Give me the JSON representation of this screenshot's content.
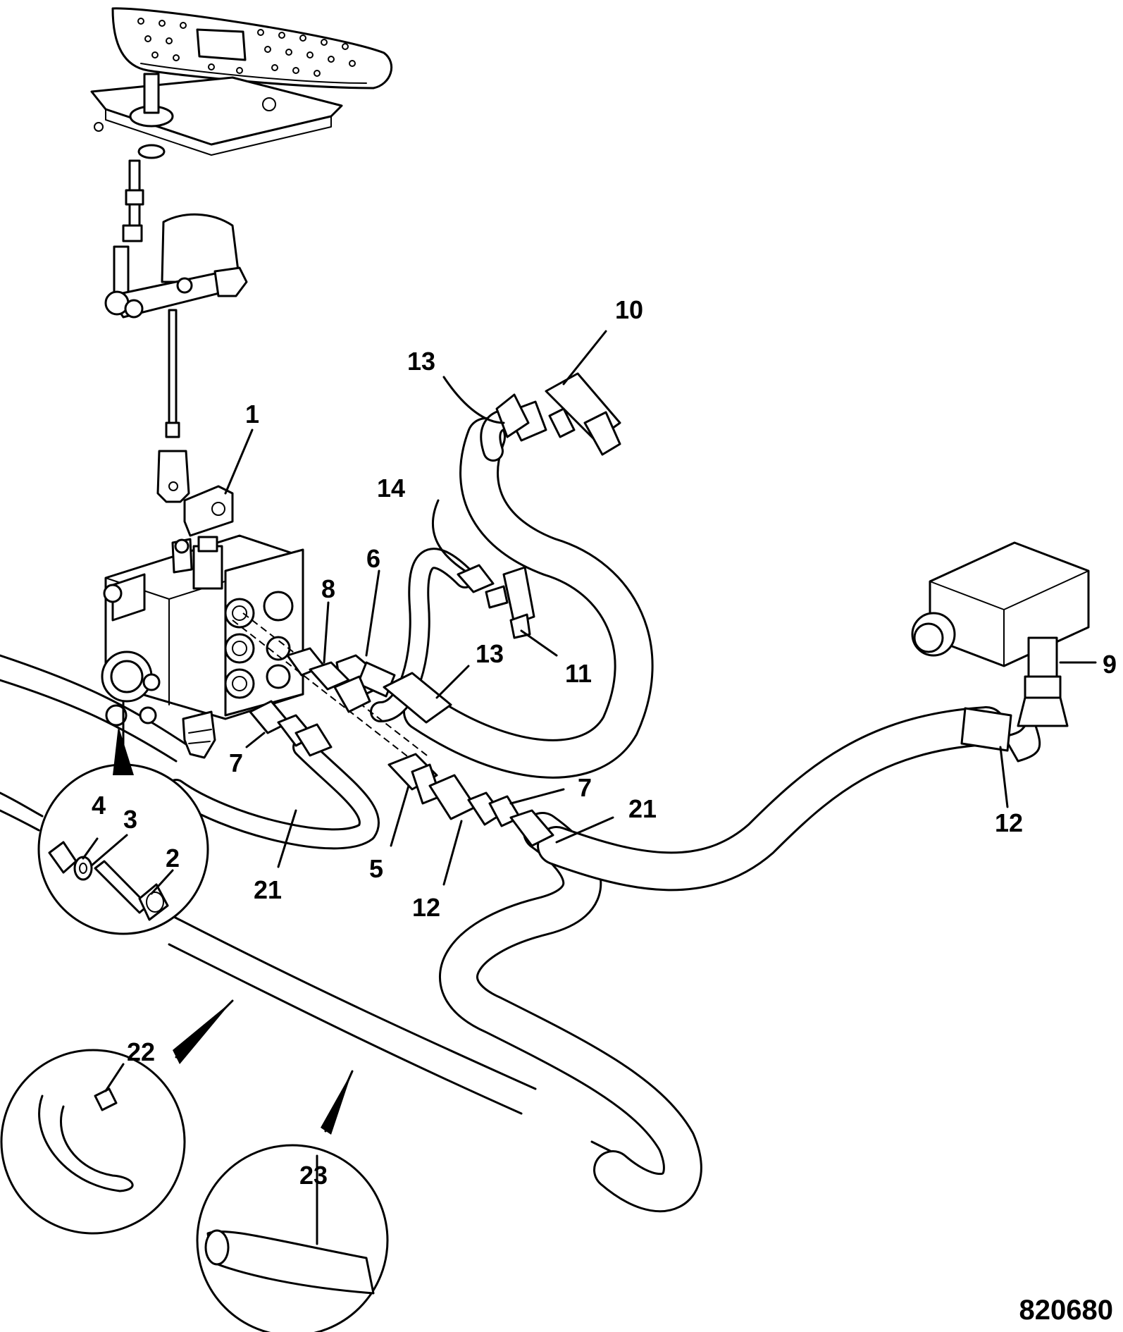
{
  "drawing_number": "820680",
  "callouts": {
    "c1": "1",
    "c2": "2",
    "c3": "3",
    "c4": "4",
    "c5": "5",
    "c6": "6",
    "c7a": "7",
    "c7b": "7",
    "c8": "8",
    "c9": "9",
    "c10": "10",
    "c11": "11",
    "c12a": "12",
    "c12b": "12",
    "c13a": "13",
    "c13b": "13",
    "c14": "14",
    "c21a": "21",
    "c21b": "21",
    "c22": "22",
    "c23": "23"
  }
}
